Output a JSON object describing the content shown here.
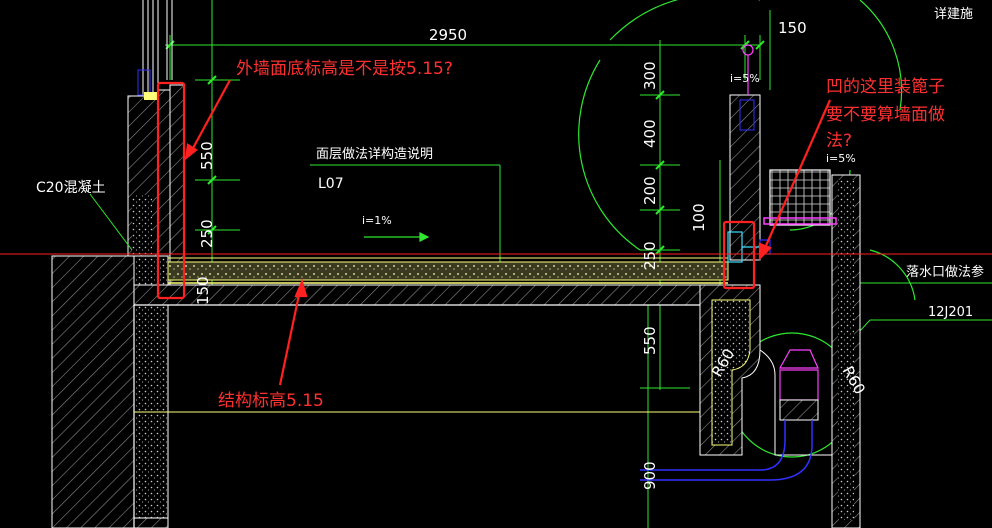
{
  "drawing": {
    "colors": {
      "background": "#000000",
      "wall_outline": "#ffffff",
      "hatch": "#8a8a8a",
      "dimension": "#2ee82e",
      "dim_text": "#ffffff",
      "floor_fill": "#c8c87a",
      "yellow_line": "#ffff7a",
      "red_line": "#ff2020",
      "annotation_red": "#ff3030",
      "magenta": "#ff40ff",
      "blue": "#3030ff",
      "cyan": "#40e0ff"
    },
    "dimensions": {
      "top_width": "2950",
      "top_right": "150",
      "left_550": "550",
      "left_250": "250",
      "left_150": "150",
      "mid_300": "300",
      "mid_400": "400",
      "mid_200": "200",
      "mid_250": "250",
      "mid_550": "550",
      "mid_900": "900",
      "right_100": "100"
    },
    "labels": {
      "concrete": "C20混凝土",
      "floor_note_title": "面层做法详构造说明",
      "floor_note_code": "L07",
      "slope_floor": "i=1%",
      "slope_top1": "i=5%",
      "slope_top2": "i=5%",
      "drain_note": "落水口做法参",
      "drain_code": "12J201",
      "detail_note": "详建施",
      "radius_left": "R60",
      "radius_right": "R60"
    },
    "annotations": {
      "q_wall_base": "外墙面底标高是不是按5.15?",
      "structure_level": "结构标高5.15",
      "q_line1": "凹的这里装篦子",
      "q_line2": "要不要算墙面做",
      "q_line3": "法?"
    }
  }
}
